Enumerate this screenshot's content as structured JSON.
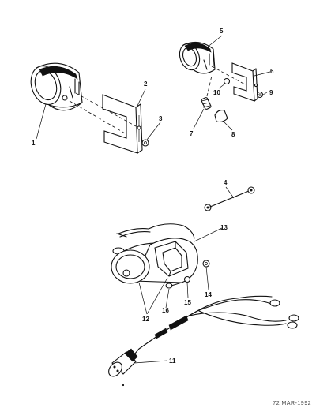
{
  "callouts": {
    "c1": "1",
    "c2": "2",
    "c3": "3",
    "c4": "4",
    "c5": "5",
    "c6": "6",
    "c7": "7",
    "c8": "8",
    "c9": "9",
    "c10": "10",
    "c11": "11",
    "c12": "12",
    "c13": "13",
    "c14": "14",
    "c15": "15",
    "c16": "16"
  },
  "footer": {
    "figure_code": "72 MAR-1992"
  }
}
